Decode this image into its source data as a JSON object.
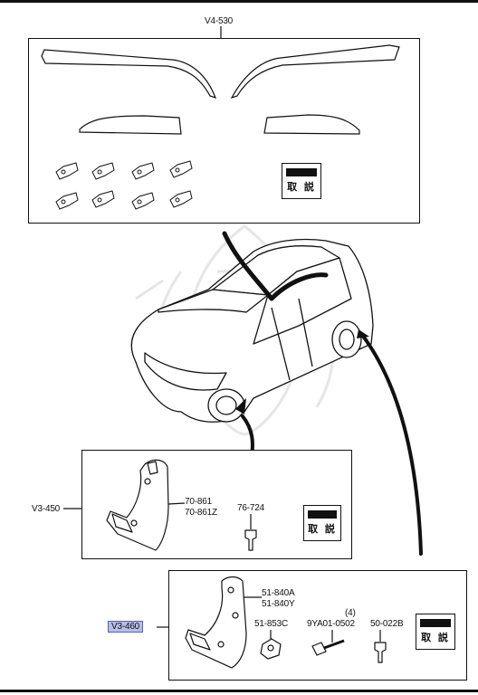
{
  "parts": {
    "visor_set": "V4-530",
    "front_mudflap_set": "V3-450",
    "rear_mudflap_set": "V3-460",
    "front_mudflap": [
      "70-861",
      "70-861Z"
    ],
    "front_clip": "76-724",
    "rear_mudflap": [
      "51-840A",
      "51-840Y"
    ],
    "rear_nut": "51-853C",
    "rear_screw": "9YA01-0502",
    "rear_screw_qty": "(4)",
    "rear_clip": "50-022B"
  },
  "manual_label": "取 説",
  "colors": {
    "highlight": "#b7bde8",
    "ink": "#111111"
  }
}
